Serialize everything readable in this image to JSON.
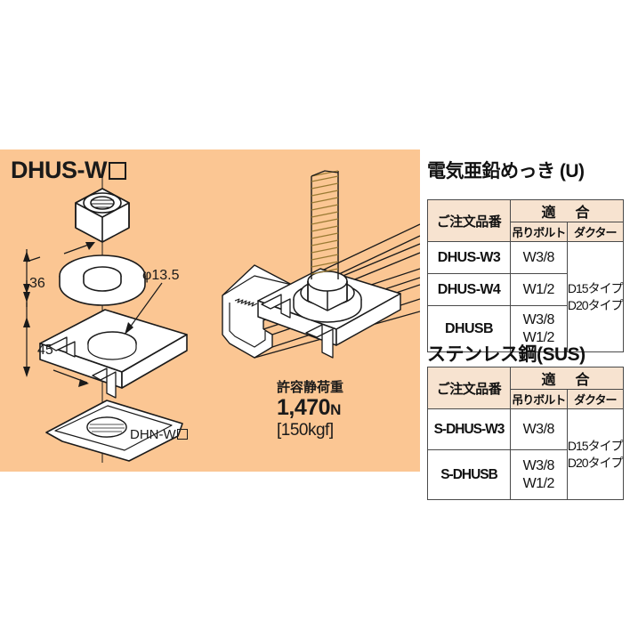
{
  "product": {
    "title_text": "DHUS-W",
    "title_has_box": true,
    "sub_part_text": "DHN-W",
    "sub_part_has_box": true
  },
  "dimensions": {
    "width_36": "36",
    "width_45": "45",
    "hole_diameter": "φ13.5"
  },
  "load_spec": {
    "label": "許容静荷重",
    "value": "1,470",
    "unit": "N",
    "alt_value": "[150kgf]"
  },
  "tables": [
    {
      "id": "table-u",
      "section_title": "電気亜鉛めっき (U)",
      "headers": {
        "part_number": "ご注文品番",
        "group": "適　合",
        "sub_bolt": "吊りボルト",
        "sub_duct": "ダクター"
      },
      "rows": [
        {
          "part": "DHUS-W3",
          "bolt": "W3/8"
        },
        {
          "part": "DHUS-W4",
          "bolt": "W1/2"
        },
        {
          "part": "DHUSB",
          "bolt": "W3/8\nW1/2"
        }
      ],
      "duct_value": "D15タイプ\nD20タイプ"
    },
    {
      "id": "table-sus",
      "section_title": "ステンレス鋼(SUS)",
      "headers": {
        "part_number": "ご注文品番",
        "group": "適　合",
        "sub_bolt": "吊りボルト",
        "sub_duct": "ダクター"
      },
      "rows": [
        {
          "part": "S-DHUS-W3",
          "bolt": "W3/8"
        },
        {
          "part": "S-DHUSB",
          "bolt": "W3/8\nW1/2"
        }
      ],
      "duct_value": "D15タイプ\nD20タイプ"
    }
  ],
  "colors": {
    "panel_background": "#fbc693",
    "page_background": "#ffffff",
    "table_header_fill": "#f7e3d0",
    "line_color": "#1a1a1a",
    "thread_color": "#b08a3e"
  }
}
